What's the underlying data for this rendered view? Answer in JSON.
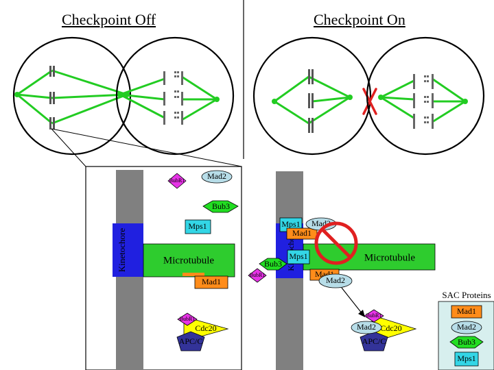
{
  "headings": {
    "checkpoint_off": "Checkpoint Off",
    "checkpoint_on": "Checkpoint On"
  },
  "left_panel": {
    "kinetochore": "Kinetochore",
    "microtubule": "Microtubule",
    "mad2": "Mad2",
    "bubr1": "BubR1",
    "bub3": "Bub3",
    "mps1": "Mps1",
    "mad1": "Mad1",
    "cdc20": "Cdc20",
    "apcc": "APC/C",
    "bubr1_lower": "BubR1"
  },
  "right_panel": {
    "kinetochore": "Kinetochore",
    "microtubule": "Microtubule",
    "mps1_top": "Mps1",
    "mad2_top": "Mad2",
    "mad1_top": "Mad1",
    "bub3": "Bub3",
    "bubr1": "BubR1",
    "mps1_mid": "Mps1",
    "mad1_low": "Mad1",
    "mad2_low": "Mad2",
    "bubr1_lower": "BubR1",
    "mad2_complex": "Mad2",
    "cdc20": "Cdc20",
    "apcc": "APC/C"
  },
  "legend": {
    "title": "SAC Proteins",
    "items": [
      "Mad1",
      "Mad2",
      "Bub3",
      "Mps1"
    ]
  },
  "colors": {
    "spindle": "#22cc22",
    "microtubule_box": "#2ecc2e",
    "kinetochore_blue": "#2020e0",
    "chromatid": "#6e6e6e",
    "column": "#808080",
    "mad1_orange": "#ff8c1a",
    "mad2_lightblue": "#b7dde8",
    "bub3_green": "#22dd22",
    "mps1_cyan": "#33d6e6",
    "bubr1_magenta": "#e633e6",
    "cdc20_yellow": "#ffff00",
    "apcc_navy": "#333399",
    "block_red": "#e02020",
    "legend_bg": "#d7efee"
  }
}
